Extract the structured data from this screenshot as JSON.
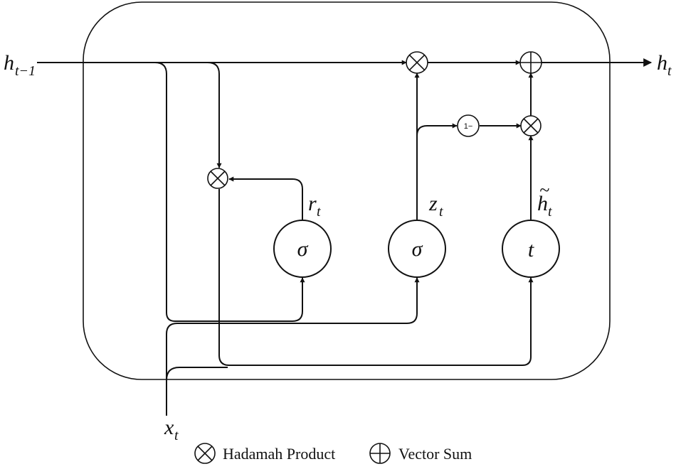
{
  "labels": {
    "h_prev_base": "h",
    "h_prev_sub": "t−1",
    "h_out_base": "h",
    "h_out_sub": "t",
    "x_base": "x",
    "x_sub": "t",
    "r_base": "r",
    "r_sub": "t",
    "z_base": "z",
    "z_sub": "t",
    "htilde_base": "h",
    "htilde_tilde": "~",
    "htilde_sub": "t"
  },
  "gates": {
    "reset_symbol": "σ",
    "update_symbol": "σ",
    "candidate_symbol": "t"
  },
  "one_minus": "1−",
  "legend": {
    "product_label": "Hadamah Product",
    "sum_label": "Vector Sum"
  },
  "icons": {
    "product": "circle-times-icon",
    "sum": "circle-plus-icon"
  },
  "colors": {
    "stroke": "#111111",
    "background": "#ffffff"
  }
}
